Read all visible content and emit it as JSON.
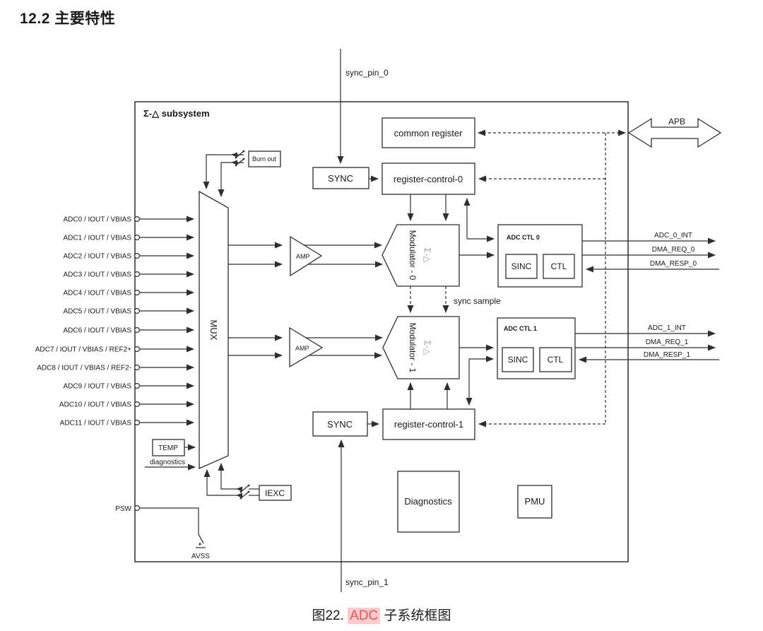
{
  "page": {
    "title": "12.2 主要特性",
    "caption": {
      "prefix": "图22.",
      "highlight": "ADC",
      "suffix": "子系统框图"
    },
    "highlight_bg": "#fbcaca",
    "highlight_color": "#e05c5c"
  },
  "diagram": {
    "subsystem_label": "Σ-△ subsystem",
    "apb_label": "APB",
    "sync_pin_0": "sync_pin_0",
    "sync_pin_1": "sync_pin_1",
    "sync_sample": "sync sample",
    "inputs": [
      "ADC0 / IOUT / VBIAS",
      "ADC1 / IOUT / VBIAS",
      "ADC2 / IOUT / VBIAS",
      "ADC3 / IOUT / VBIAS",
      "ADC4 / IOUT / VBIAS",
      "ADC5 / IOUT / VBIAS",
      "ADC6 / IOUT / VBIAS",
      "ADC7 / IOUT / VBIAS / REF2+",
      "ADC8 / IOUT / VBIAS / REF2-",
      "ADC9 / IOUT / VBIAS",
      "ADC10 / IOUT / VBIAS",
      "ADC11 / IOUT / VBIAS"
    ],
    "mux_label": "MUX",
    "burn_out_label": "Burn out",
    "temp_label": "TEMP",
    "diagnostics_wire_label": "diagnostics",
    "iexc_label": "IEXC",
    "psw_label": "PSW",
    "avss_label": "AVSS",
    "amp0_label": "AMP",
    "amp1_label": "AMP",
    "sync0_label": "SYNC",
    "sync1_label": "SYNC",
    "common_register_label": "common register",
    "register_control_0_label": "register-control-0",
    "register_control_1_label": "register-control-1",
    "modulator0": {
      "label": "Modulator - 0",
      "sigma": "Σ-△"
    },
    "modulator1": {
      "label": "Modulator - 1",
      "sigma": "Σ-△"
    },
    "adc_ctl_0": {
      "title": "ADC CTL 0",
      "sinc": "SINC",
      "ctl": "CTL"
    },
    "adc_ctl_1": {
      "title": "ADC CTL 1",
      "sinc": "SINC",
      "ctl": "CTL"
    },
    "outputs_0": [
      "ADC_0_INT",
      "DMA_REQ_0",
      "DMA_RESP_0"
    ],
    "outputs_1": [
      "ADC_1_INT",
      "DMA_REQ_1",
      "DMA_RESP_1"
    ],
    "diagnostics_box_label": "Diagnostics",
    "pmu_label": "PMU"
  }
}
